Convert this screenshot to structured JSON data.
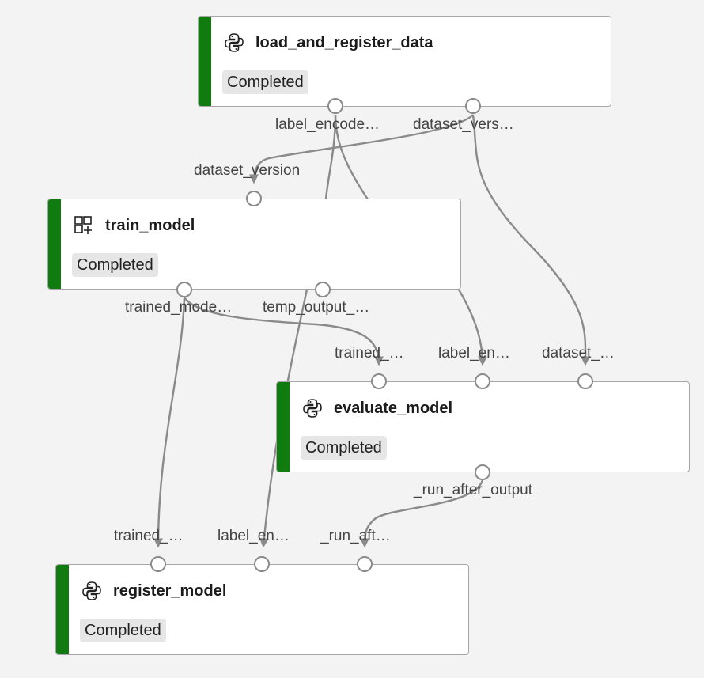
{
  "accent_color": "#107c10",
  "nodes": {
    "load": {
      "title": "load_and_register_data",
      "status": "Completed",
      "icon": "python-icon",
      "outputs": [
        "label_encode…",
        "dataset_vers…"
      ]
    },
    "train": {
      "title": "train_model",
      "status": "Completed",
      "icon": "grid-plus-icon",
      "inputs": [
        "dataset_version"
      ],
      "outputs": [
        "trained_mode…",
        "temp_output_…"
      ]
    },
    "evaluate": {
      "title": "evaluate_model",
      "status": "Completed",
      "icon": "python-icon",
      "inputs": [
        "trained_…",
        "label_en…",
        "dataset_…"
      ],
      "outputs": [
        "_run_after_output"
      ]
    },
    "register": {
      "title": "register_model",
      "status": "Completed",
      "icon": "python-icon",
      "inputs": [
        "trained_…",
        "label_en…",
        "_run_aft…"
      ]
    }
  }
}
